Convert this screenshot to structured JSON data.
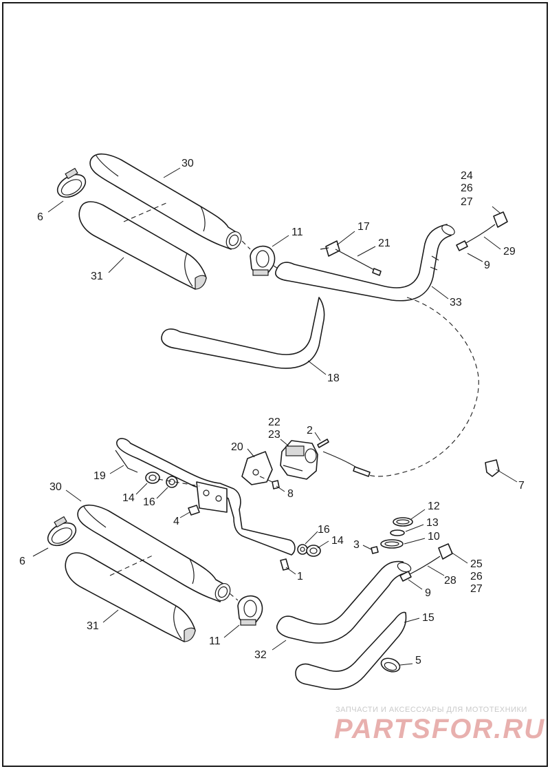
{
  "watermark": {
    "tagline": "ЗАПЧАСТИ И АКСЕССУАРЫ ДЛЯ МОТОТЕХНИКИ",
    "logo": "PARTSFOR.RU"
  },
  "callouts": {
    "c30a": "30",
    "c6a": "6",
    "c31a": "31",
    "c11a": "11",
    "c17": "17",
    "c21": "21",
    "c24": "24",
    "c26a": "26",
    "c27a": "27",
    "c29": "29",
    "c9a": "9",
    "c33": "33",
    "c18": "18",
    "c22": "22",
    "c23": "23",
    "c2": "2",
    "c20": "20",
    "c19": "19",
    "c14a": "14",
    "c16a": "16",
    "c8": "8",
    "c4": "4",
    "c7": "7",
    "c30b": "30",
    "c6b": "6",
    "c16b": "16",
    "c14b": "14",
    "c1": "1",
    "c12": "12",
    "c13": "13",
    "c10": "10",
    "c3": "3",
    "c25": "25",
    "c26b": "26",
    "c27b": "27",
    "c28": "28",
    "c9b": "9",
    "c31b": "31",
    "c11b": "11",
    "c32": "32",
    "c15": "15",
    "c5": "5"
  }
}
